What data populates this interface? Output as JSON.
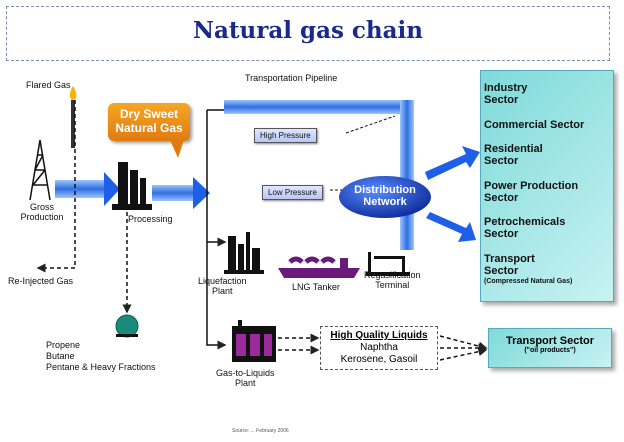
{
  "title": "Natural gas chain",
  "labels": {
    "flared_gas": "Flared Gas",
    "gross_production": "Gross\nProduction",
    "processing": "Processing",
    "reinjected_gas": "Re-Injected Gas",
    "dry_sweet": "Dry Sweet\nNatural Gas",
    "transport_pipeline": "Transportation Pipeline",
    "high_pressure": "High Pressure",
    "low_pressure": "Low Pressure",
    "distribution_network": "Distribution\nNetwork",
    "liquefaction_plant": "Liquefaction\nPlant",
    "lng_tanker": "LNG Tanker",
    "regasification_terminal": "Regasification\nTerminal",
    "propene": "Propene",
    "butane": "Butane",
    "pentane": "Pentane & Heavy Fractions",
    "gtl_plant": "Gas-to-Liquids\nPlant",
    "hql_title": "High Quality Liquids",
    "hql_line2": "Naphtha",
    "hql_line3": "Kerosene, Gasoil",
    "transport_sector2": "Transport Sector",
    "oil_products": "(\"oil products\")",
    "footer": "Source: ... February 2006"
  },
  "sectors": [
    {
      "line1": "Industry",
      "line2": "Sector",
      "note": ""
    },
    {
      "line1": "Commercial Sector",
      "line2": "",
      "note": ""
    },
    {
      "line1": "Residential",
      "line2": "Sector",
      "note": ""
    },
    {
      "line1": "Power Production",
      "line2": "Sector",
      "note": ""
    },
    {
      "line1": "Petrochemicals",
      "line2": "Sector",
      "note": ""
    },
    {
      "line1": "Transport",
      "line2": "Sector",
      "note": "(Compressed Natural Gas)"
    }
  ],
  "colors": {
    "title": "#1a2a8c",
    "arrow_blue": "#1e5fe8",
    "pipe_blue": "#3d86f0",
    "orange": "#f5a623",
    "teal": "#7fdada",
    "purple": "#6a1a7a"
  }
}
